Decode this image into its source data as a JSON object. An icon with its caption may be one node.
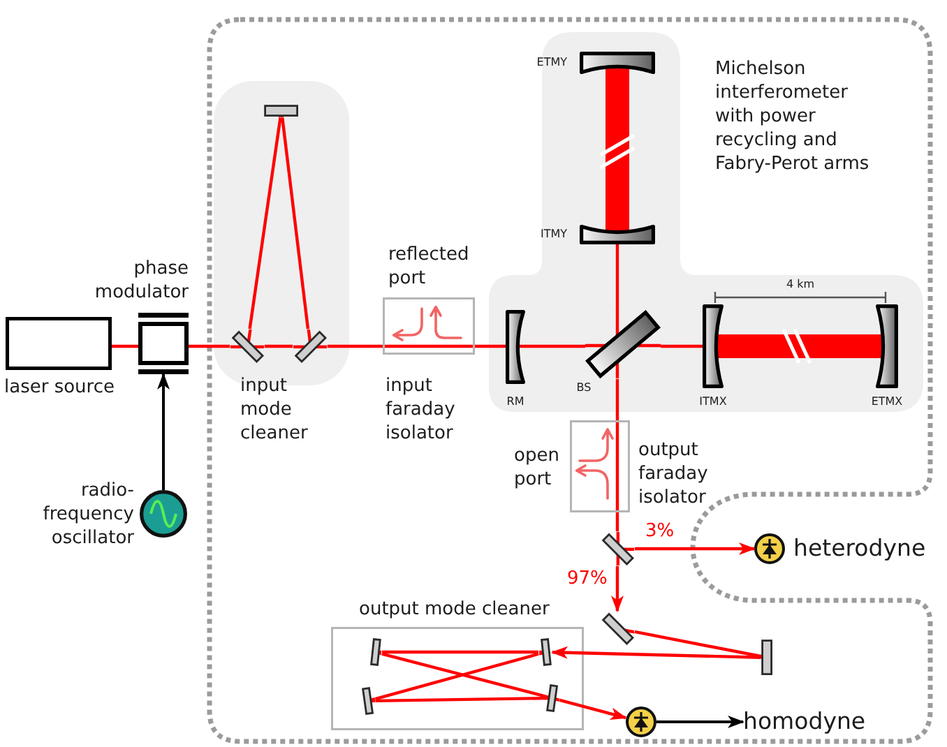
{
  "diagram": {
    "nodes": [
      {
        "text": [
          "laser source"
        ]
      },
      {
        "text": [
          "phase modulator"
        ]
      },
      {
        "text": [
          "radio-frequency oscillator"
        ]
      },
      {
        "text": [
          "input mode cleaner"
        ]
      },
      {
        "text": [],
        "shape": "bar",
        "in": 3
      },
      {
        "text": [],
        "shape": "bar",
        "in": 3
      },
      {
        "text": [],
        "shape": "bar",
        "in": 3
      },
      {
        "text": [
          "reflected port",
          "input faraday isolator"
        ]
      },
      {
        "text": [
          "Michelson interferometer with power recycling and Fabry-Perot arms"
        ]
      },
      {
        "text": [
          "ETMY"
        ],
        "in": 8
      },
      {
        "text": [
          "ITMY"
        ],
        "in": 8
      },
      {
        "text": [
          "RM"
        ],
        "in": 8
      },
      {
        "text": [
          "BS"
        ],
        "in": 8
      },
      {
        "text": [
          "ITMX"
        ],
        "in": 8
      },
      {
        "text": [
          "ETMX"
        ],
        "in": 8
      },
      {
        "text": [
          "open port",
          "output faraday isolator"
        ]
      },
      {
        "text": [],
        "shape": "bar"
      },
      {
        "text": [],
        "shape": "circle",
        "beside": [
          "heterodyne"
        ]
      },
      {
        "text": [],
        "shape": "bar"
      },
      {
        "text": [],
        "shape": "bar"
      },
      {
        "text": [
          "output mode cleaner"
        ]
      },
      {
        "text": [],
        "shape": "bar",
        "in": 20
      },
      {
        "text": [],
        "shape": "bar",
        "in": 20
      },
      {
        "text": [],
        "shape": "bar",
        "in": 20
      },
      {
        "text": [],
        "shape": "bar",
        "in": 20
      },
      {
        "text": [],
        "shape": "circle"
      },
      {
        "text": [
          "homodyne"
        ]
      }
    ],
    "edges": [
      {
        "from": 0,
        "to": 1,
        "arrow": "none"
      },
      {
        "from": 1,
        "to": 5,
        "arrow": "none"
      },
      {
        "from": 5,
        "to": 4,
        "arrow": "none"
      },
      {
        "from": 4,
        "to": 6,
        "arrow": "none"
      },
      {
        "from": 5,
        "to": 6,
        "arrow": "none"
      },
      {
        "from": 6,
        "to": 7,
        "arrow": "none"
      },
      {
        "from": 7,
        "to": 11,
        "arrow": "none"
      },
      {
        "from": 11,
        "to": 12,
        "arrow": "none"
      },
      {
        "from": 12,
        "to": 13,
        "arrow": "none"
      },
      {
        "from": 13,
        "to": 14,
        "arrow": "none",
        "style": "thick"
      },
      {
        "from": 12,
        "to": 10,
        "arrow": "none"
      },
      {
        "from": 10,
        "to": 9,
        "arrow": "none",
        "style": "thick"
      },
      {
        "from": 12,
        "to": 15,
        "arrow": "none"
      },
      {
        "from": 15,
        "to": 16,
        "arrow": "none"
      },
      {
        "from": 16,
        "to": 17,
        "arrow": "to",
        "label": "3%"
      },
      {
        "from": 16,
        "to": 18,
        "arrow": "to",
        "label": "97%"
      },
      {
        "from": 18,
        "to": 19,
        "arrow": "none"
      },
      {
        "from": 19,
        "to": 22,
        "arrow": "to"
      },
      {
        "from": 21,
        "to": 22,
        "arrow": "none"
      },
      {
        "from": 21,
        "to": 24,
        "arrow": "none"
      },
      {
        "from": 23,
        "to": 24,
        "arrow": "none"
      },
      {
        "from": 23,
        "to": 22,
        "arrow": "none"
      },
      {
        "from": 24,
        "to": 25,
        "arrow": "to"
      },
      {
        "from": 25,
        "to": 26,
        "arrow": "to",
        "color": "#000000"
      },
      {
        "from": 2,
        "to": 1,
        "arrow": "to",
        "color": "#000000"
      }
    ],
    "labels": [
      "4 km"
    ]
  }
}
